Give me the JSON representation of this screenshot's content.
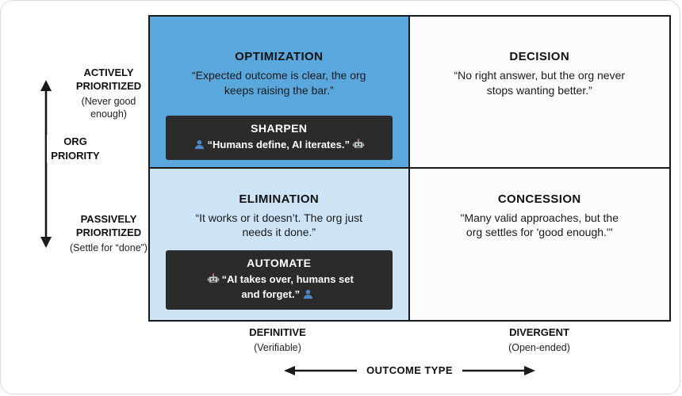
{
  "y_axis": {
    "label": "ORG PRIORITY",
    "top": {
      "title": "ACTIVELY PRIORITIZED",
      "subtitle": "(Never good enough)"
    },
    "bottom": {
      "title": "PASSIVELY PRIORITIZED",
      "subtitle": "(Settle for “done”)"
    }
  },
  "x_axis": {
    "label": "OUTCOME TYPE",
    "left": {
      "title": "DEFINITIVE",
      "subtitle": "(Verifiable)"
    },
    "right": {
      "title": "DIVERGENT",
      "subtitle": "(Open-ended)"
    }
  },
  "quadrants": {
    "optimization": {
      "title": "OPTIMIZATION",
      "description": "“Expected outcome is clear, the org keeps raising the bar.”",
      "badge": {
        "title": "SHARPEN",
        "quote": "“Humans define, AI iterates.”",
        "lead_icon": "human-icon",
        "trail_icon": "robot-icon"
      }
    },
    "decision": {
      "title": "DECISION",
      "description": "“No right answer, but the org never stops wanting better.”"
    },
    "elimination": {
      "title": "ELIMINATION",
      "description": "“It works or it doesn’t. The org just needs it done.”",
      "badge": {
        "title": "AUTOMATE",
        "quote": "“AI takes over, humans set and forget.”",
        "lead_icon": "robot-icon",
        "trail_icon": "human-icon"
      }
    },
    "concession": {
      "title": "CONCESSION",
      "description": "\"Many valid approaches, but the org settles for 'good enough.'\""
    }
  },
  "colors": {
    "optimization_bg": "#5aa7dd",
    "elimination_bg": "#cce4f6",
    "neutral_bg": "#fcfcfc",
    "badge_bg": "#2b2b2b",
    "badge_text": "#ffffff",
    "line": "#1a1a1a",
    "human_icon": "#4a86c8",
    "robot_icon": "#c2c7cc"
  }
}
